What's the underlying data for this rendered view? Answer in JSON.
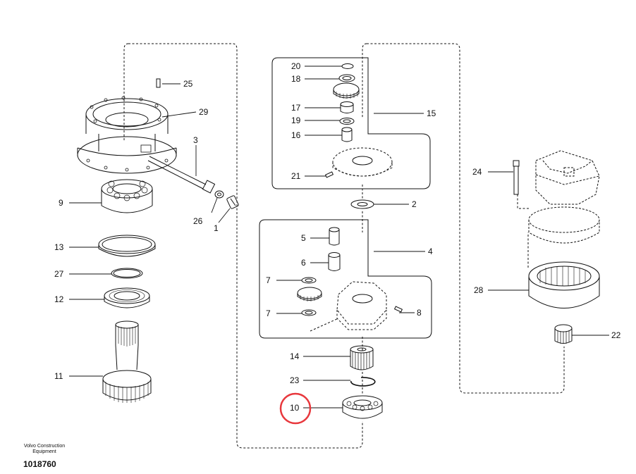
{
  "brand": {
    "line1": "Volvo Construction",
    "line2": "Equipment",
    "doc_number": "1018760"
  },
  "callouts": {
    "c1": "1",
    "c2": "2",
    "c3": "3",
    "c4": "4",
    "c5": "5",
    "c6": "6",
    "c7a": "7",
    "c7b": "7",
    "c8": "8",
    "c9": "9",
    "c10": "10",
    "c11": "11",
    "c12": "12",
    "c13": "13",
    "c14": "14",
    "c15": "15",
    "c16": "16",
    "c17": "17",
    "c18": "18",
    "c19": "19",
    "c20": "20",
    "c21": "21",
    "c22": "22",
    "c23": "23",
    "c24": "24",
    "c25": "25",
    "c26": "26",
    "c27": "27",
    "c28": "28",
    "c29": "29"
  },
  "highlight": {
    "color": "#e8383d",
    "target_callout": "10"
  }
}
